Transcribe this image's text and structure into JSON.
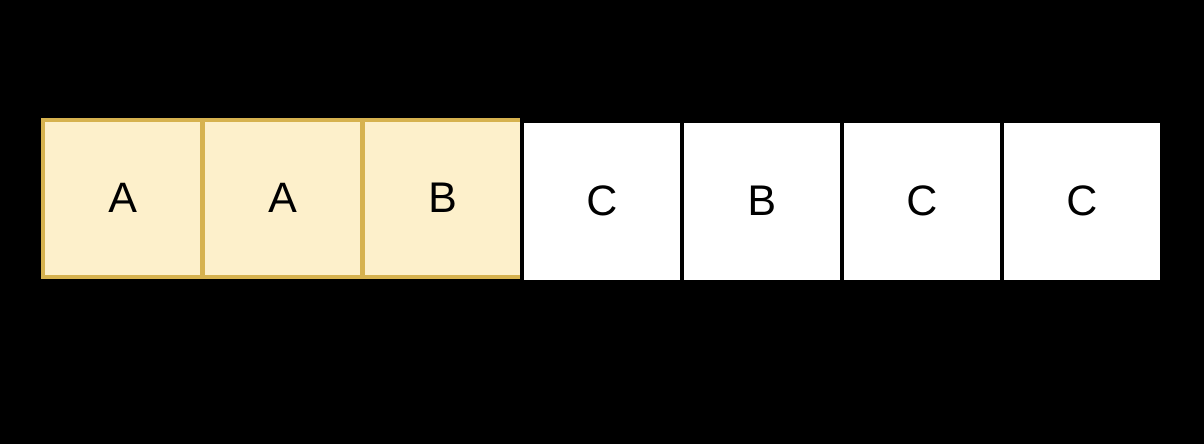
{
  "diagram": {
    "description": "row of seven square cells, first three highlighted",
    "cells": [
      {
        "label": "A",
        "highlighted": true
      },
      {
        "label": "A",
        "highlighted": true
      },
      {
        "label": "B",
        "highlighted": true
      },
      {
        "label": "C",
        "highlighted": false
      },
      {
        "label": "B",
        "highlighted": false
      },
      {
        "label": "C",
        "highlighted": false
      },
      {
        "label": "C",
        "highlighted": false
      }
    ],
    "colors": {
      "background": "#000000",
      "cell_fill": "#FFFFFF",
      "highlight_fill": "#FDF0CB",
      "highlight_border": "#D6B24F",
      "text": "#000000"
    }
  }
}
